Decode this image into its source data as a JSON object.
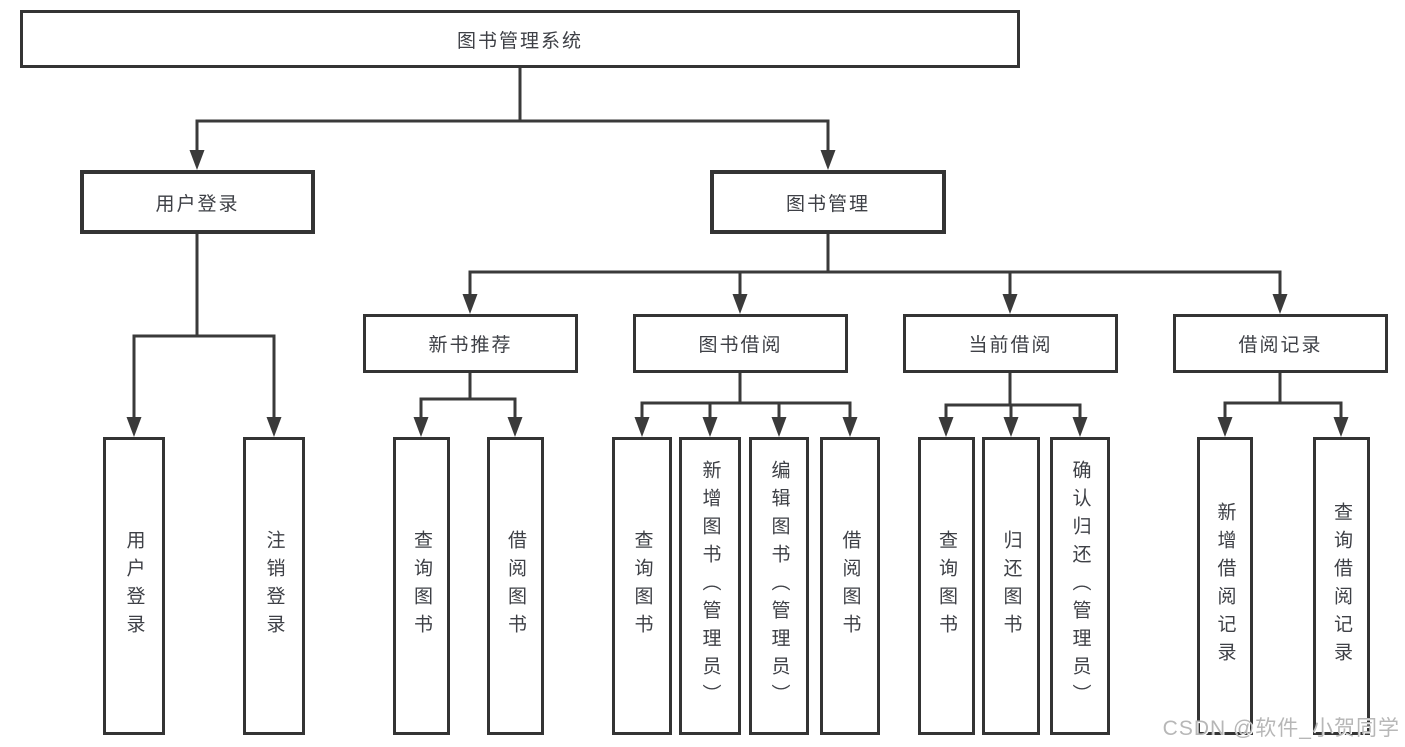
{
  "diagram": {
    "root": {
      "label": "图书管理系统"
    },
    "user_login": {
      "label": "用户登录",
      "leaves": [
        {
          "label": "用户登录"
        },
        {
          "label": "注销登录"
        }
      ]
    },
    "book_manage": {
      "label": "图书管理",
      "groups": [
        {
          "label": "新书推荐",
          "leaves": [
            {
              "label": "查询图书"
            },
            {
              "label": "借阅图书"
            }
          ]
        },
        {
          "label": "图书借阅",
          "leaves": [
            {
              "label": "查询图书"
            },
            {
              "label": "新增图书（管理员）"
            },
            {
              "label": "编辑图书（管理员）"
            },
            {
              "label": "借阅图书"
            }
          ]
        },
        {
          "label": "当前借阅",
          "leaves": [
            {
              "label": "查询图书"
            },
            {
              "label": "归还图书"
            },
            {
              "label": "确认归还（管理员）"
            }
          ]
        },
        {
          "label": "借阅记录",
          "leaves": [
            {
              "label": "新增借阅记录"
            },
            {
              "label": "查询借阅记录"
            }
          ]
        }
      ]
    }
  },
  "watermark": {
    "text": "CSDN @软件_小贺同学"
  },
  "colors": {
    "line": "#3a3a3a",
    "box_border": "#343434",
    "text": "#3e4046",
    "watermark": "#b7b7b7",
    "background": "#ffffff"
  }
}
